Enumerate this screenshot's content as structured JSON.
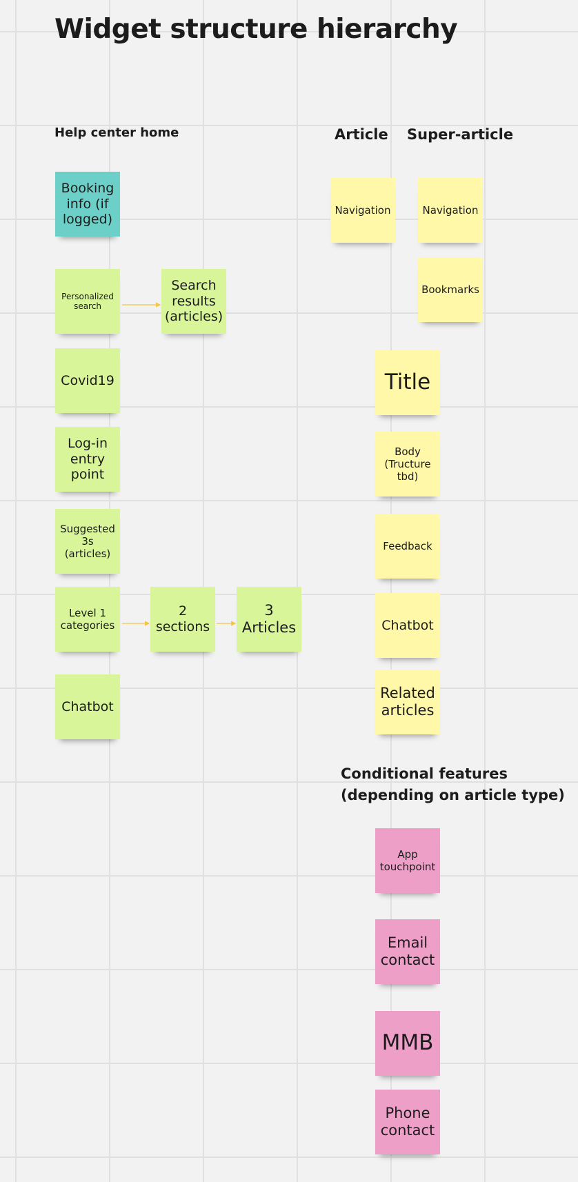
{
  "board": {
    "title": "Widget structure hierarchy",
    "sections": {
      "help_center": "Help center home",
      "article": "Article",
      "super_article": "Super-article",
      "conditional": "Conditional features\n(depending on article type)"
    },
    "colors": {
      "teal": "#6cd0c8",
      "green": "#d8f59a",
      "yellow": "#fff8a8",
      "pink": "#ee9fc8",
      "connector": "#f5c542"
    },
    "notes": {
      "booking_info": "Booking info (if logged)",
      "personalized_search": "Personalized search",
      "search_results": "Search results (articles)",
      "covid19": "Covid19",
      "login_entry": "Log-in entry point",
      "suggested": "Suggested 3s (articles)",
      "level1": "Level 1 categories",
      "sections2": "2 sections",
      "articles3": "3 Articles",
      "chatbot_home": "Chatbot",
      "nav_article": "Navigation",
      "nav_super": "Navigation",
      "bookmarks": "Bookmarks",
      "title": "Title",
      "body": "Body (Tructure tbd)",
      "feedback": "Feedback",
      "chatbot_article": "Chatbot",
      "related": "Related articles",
      "app_touchpoint": "App touchpoint",
      "email_contact": "Email contact",
      "mmb": "MMB",
      "phone_contact": "Phone contact"
    }
  }
}
